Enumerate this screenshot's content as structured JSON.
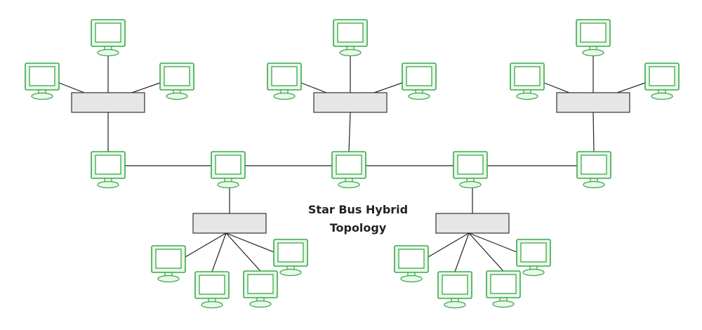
{
  "title": {
    "line1": "Star Bus Hybrid",
    "line2": "Topology"
  },
  "colors": {
    "computer_stroke": "#3aa84a",
    "computer_fill": "#eaf8ea",
    "screen_fill": "#ffffff",
    "hub_fill": "#e6e6e6",
    "hub_stroke": "#333333",
    "cable": "#222222",
    "title": "#222222"
  },
  "icons": {
    "computer": "desktop-computer-icon",
    "hub": "hub-switch"
  },
  "diagram": {
    "bus_computers": 5,
    "upper_star_hubs": 3,
    "lower_star_hubs": 2,
    "computers_per_upper_hub": 3,
    "computers_per_lower_hub": 4
  }
}
